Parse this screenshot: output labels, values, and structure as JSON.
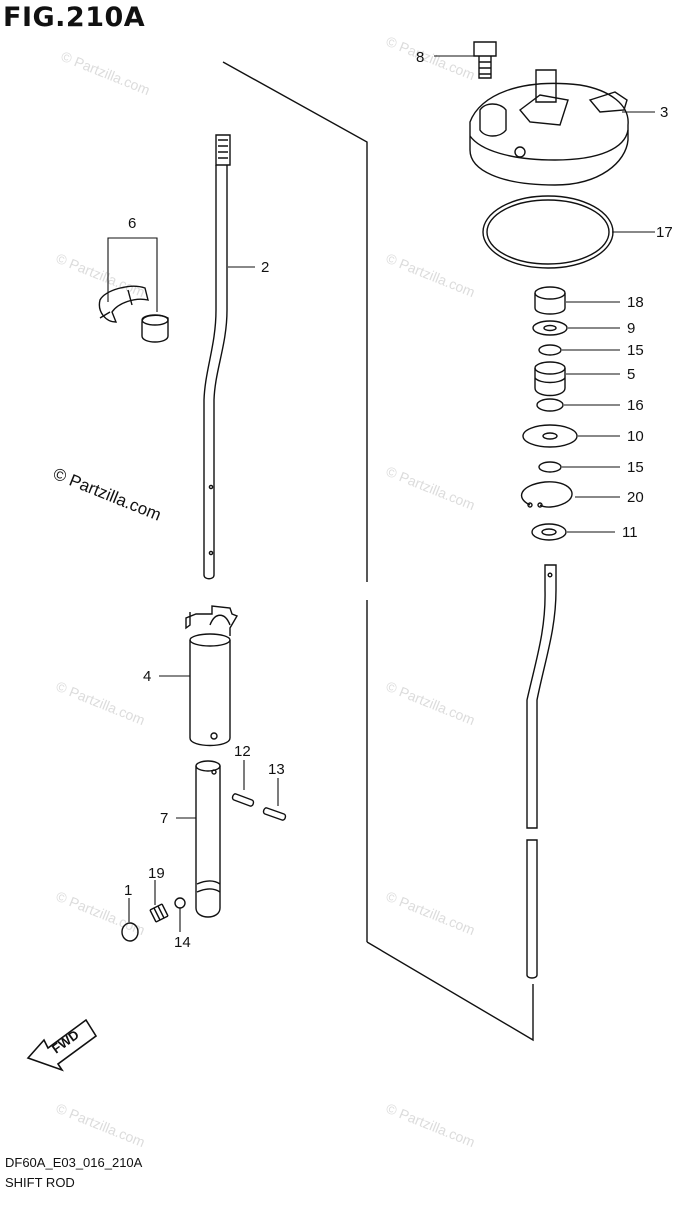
{
  "figure": {
    "title": "FIG.210A",
    "code": "DF60A_E03_016_210A",
    "name": "SHIFT ROD"
  },
  "watermark": "© Partzilla.com",
  "direction_label": "FWD",
  "callouts": [
    "8",
    "3",
    "17",
    "18",
    "9",
    "15",
    "5",
    "16",
    "10",
    "15",
    "20",
    "11",
    "6",
    "2",
    "4",
    "12",
    "13",
    "7",
    "19",
    "1",
    "14"
  ]
}
